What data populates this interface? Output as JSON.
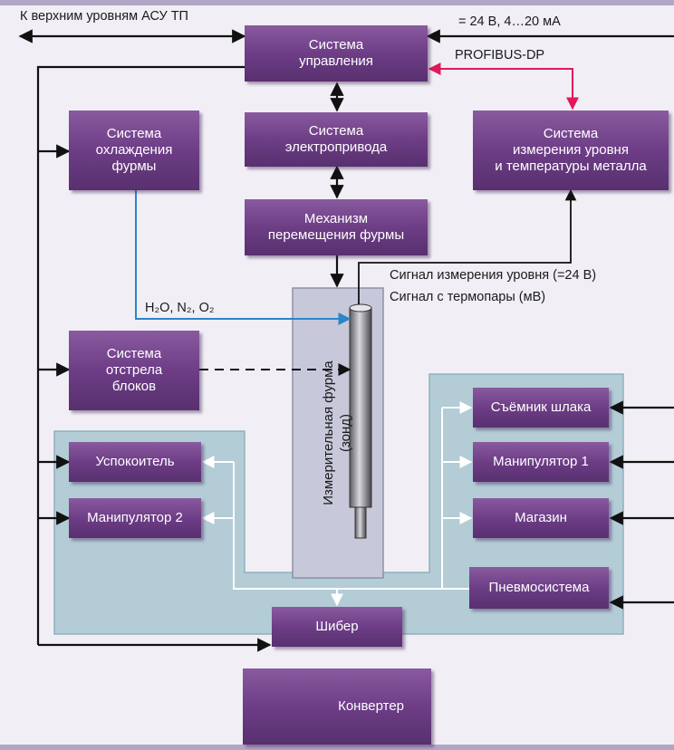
{
  "colors": {
    "frame": "#f1eff5",
    "frame_border": "#b1a6c6",
    "zone_fill": "#b3ccd6",
    "zone_border": "#8fb0bd",
    "probe_zone": "#c7c9db",
    "box_gradient_top": "#8a5a9f",
    "box_gradient_bottom": "#58306f",
    "wire_black": "#111111",
    "wire_blue": "#2b86c9",
    "wire_red": "#e0185a",
    "wire_white": "#ffffff"
  },
  "labels": {
    "top_left": "К верхним уровням АСУ ТП",
    "top_right": "= 24 В, 4…20 мА",
    "profibus": "PROFIBUS-DP",
    "level_signal": "Сигнал измерения уровня (=24 В)",
    "thermo_signal": "Сигнал с термопары (мВ)",
    "gases": "H₂O, N₂, O₂",
    "probe_line1": "Измерительная фурма",
    "probe_line2": "(зонд)"
  },
  "boxes": {
    "control": {
      "line1": "Система",
      "line2": "управления"
    },
    "drive": {
      "line1": "Система",
      "line2": "электропривода"
    },
    "mechanism": {
      "line1": "Механизм",
      "line2": "перемещения фурмы"
    },
    "cooling": {
      "line1": "Система",
      "line2": "охлаждения",
      "line3": "фурмы"
    },
    "measurement": {
      "line1": "Система",
      "line2": "измерения уровня",
      "line3": "и температуры металла"
    },
    "shooting": {
      "line1": "Система",
      "line2": "отстрела",
      "line3": "блоков"
    },
    "calmer": {
      "line1": "Успокоитель"
    },
    "manipulator2": {
      "line1": "Манипулятор 2"
    },
    "slag_remover": {
      "line1": "Съёмник шлака"
    },
    "manipulator1": {
      "line1": "Манипулятор 1"
    },
    "magazine": {
      "line1": "Магазин"
    },
    "pneumatic": {
      "line1": "Пневмосистема"
    },
    "gate": {
      "line1": "Шибер"
    },
    "converter": {
      "line1": "Конвертер"
    }
  },
  "icons": {
    "converter": "converter-vessel-icon",
    "probe": "probe-lance-icon"
  }
}
